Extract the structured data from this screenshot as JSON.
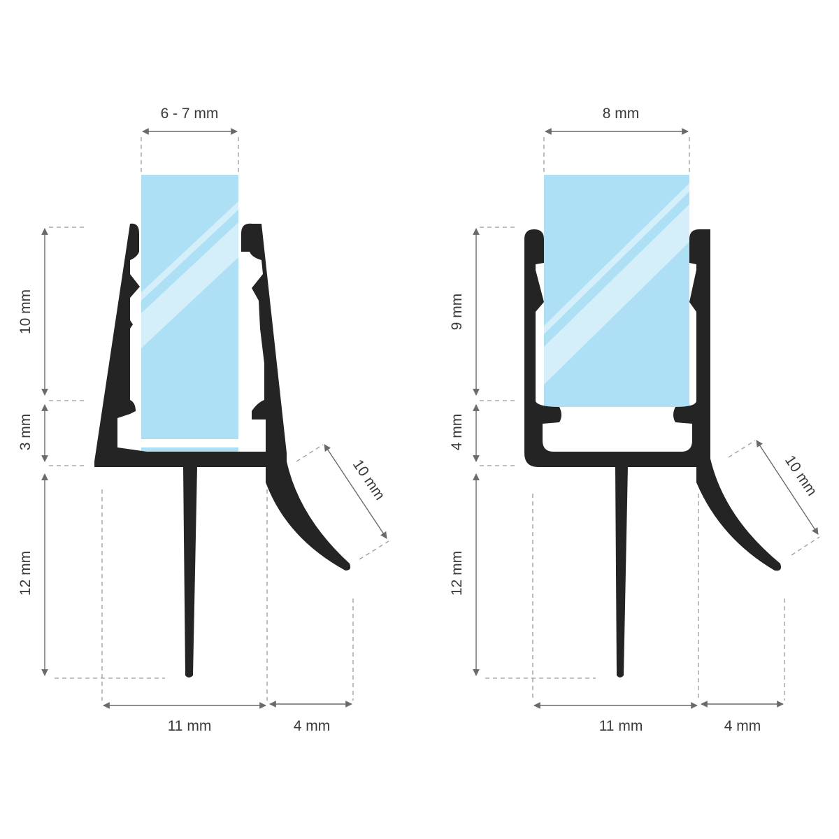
{
  "colors": {
    "seal": "#242424",
    "glass": "#ade0f5",
    "glass_highlight": "#d9f1fb",
    "dimension_line": "#6a6a6a",
    "guide_line": "#9a9a9a",
    "text": "#3a3a3a"
  },
  "left_profile": {
    "glass_width": "6 - 7 mm",
    "upper_height": "10 mm",
    "channel_height": "3 mm",
    "fin_height": "12 mm",
    "flap_length": "10 mm",
    "base_width": "11 mm",
    "flap_offset": "4 mm"
  },
  "right_profile": {
    "glass_width": "8 mm",
    "upper_height": "9 mm",
    "channel_height": "4 mm",
    "fin_height": "12 mm",
    "flap_length": "10 mm",
    "base_width": "11 mm",
    "flap_offset": "4 mm"
  }
}
